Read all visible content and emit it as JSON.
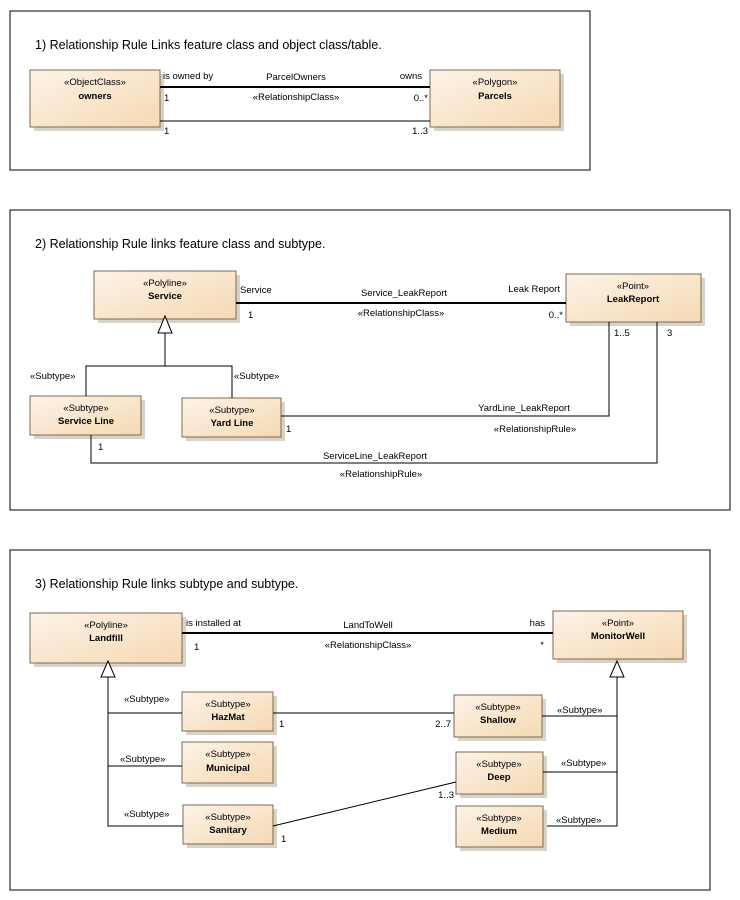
{
  "colors": {
    "class_fill_top": "#fdf3e8",
    "class_fill_bottom": "#f5d9b2",
    "class_border": "#7a6a55"
  },
  "panel1": {
    "title": "1) Relationship Rule Links feature class and object class/table.",
    "owners": {
      "stereotype": "«ObjectClass»",
      "name": "owners"
    },
    "parcels": {
      "stereotype": "«Polygon»",
      "name": "Parcels"
    },
    "assoc_name": "ParcelOwners",
    "assoc_stereotype": "«RelationshipClass»",
    "role_left": "is owned by",
    "role_right": "owns",
    "mult_left": "1",
    "mult_right": "0..*",
    "rule_mult_left": "1",
    "rule_mult_right": "1..3"
  },
  "panel2": {
    "title": "2) Relationship Rule links feature class and subtype.",
    "service": {
      "stereotype": "«Polyline»",
      "name": "Service"
    },
    "leakreport": {
      "stereotype": "«Point»",
      "name": "LeakReport"
    },
    "serviceline": {
      "stereotype": "«Subtype»",
      "name": "Service Line"
    },
    "yardline": {
      "stereotype": "«Subtype»",
      "name": "Yard Line"
    },
    "assoc_name": "Service_LeakReport",
    "assoc_stereotype": "«RelationshipClass»",
    "role_left": "Service",
    "role_right": "Leak Report",
    "mult_left": "1",
    "mult_right": "0..*",
    "gen_label_left": "«Subtype»",
    "gen_label_right": "«Subtype»",
    "rule1_name": "YardLine_LeakReport",
    "rule1_stereotype": "«RelationshipRule»",
    "rule1_mult_left": "1",
    "rule1_mult_right": "1..5",
    "rule2_name": "ServiceLine_LeakReport",
    "rule2_stereotype": "«RelationshipRule»",
    "rule2_mult_left": "1",
    "rule2_mult_right": "3"
  },
  "panel3": {
    "title": "3) Relationship Rule links subtype and subtype.",
    "landfill": {
      "stereotype": "«Polyline»",
      "name": "Landfill"
    },
    "monitorwell": {
      "stereotype": "«Point»",
      "name": "MonitorWell"
    },
    "hazmat": {
      "stereotype": "«Subtype»",
      "name": "HazMat"
    },
    "municipal": {
      "stereotype": "«Subtype»",
      "name": "Municipal"
    },
    "sanitary": {
      "stereotype": "«Subtype»",
      "name": "Sanitary"
    },
    "shallow": {
      "stereotype": "«Subtype»",
      "name": "Shallow"
    },
    "deep": {
      "stereotype": "«Subtype»",
      "name": "Deep"
    },
    "medium": {
      "stereotype": "«Subtype»",
      "name": "Medium"
    },
    "assoc_name": "LandToWell",
    "assoc_stereotype": "«RelationshipClass»",
    "role_left": "is installed at",
    "role_right": "has",
    "mult_left": "1",
    "mult_right": "*",
    "gen_label": "«Subtype»",
    "rule1_mult_left": "1",
    "rule1_mult_right": "2..7",
    "rule2_mult_left": "1",
    "rule2_mult_right": "1..3"
  }
}
